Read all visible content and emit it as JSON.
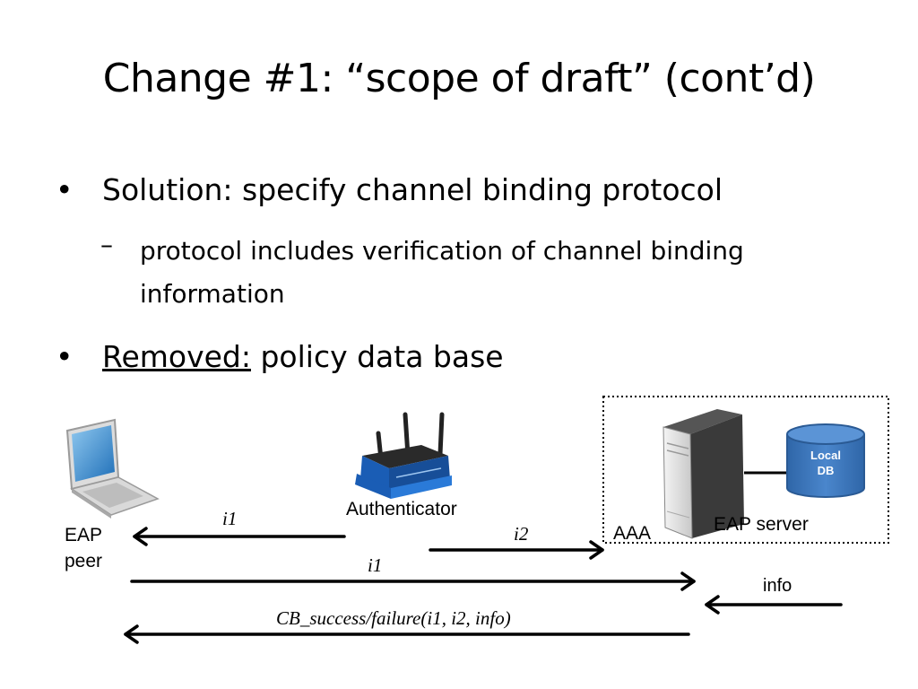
{
  "slide": {
    "title": "Change #1: “scope of draft” (cont’d)",
    "bullets": [
      {
        "marker": "•",
        "text": "Solution: specify channel binding protocol"
      },
      {
        "marker": "–",
        "text": "protocol includes verification of channel binding information"
      },
      {
        "marker": "•",
        "underlined": "Removed:",
        "text": " policy data base"
      }
    ]
  },
  "diagram": {
    "eap_peer": "EAP\npeer",
    "authenticator": "Authenticator",
    "aaa": "AAA",
    "eap_server": "EAP server",
    "local_db": "Local\nDB",
    "messages": {
      "m1": "i1",
      "m2": "i2",
      "m3": "i1",
      "m4": "info",
      "m5": "CB_success/failure(i1, i2, info)"
    },
    "colors": {
      "db_fill": "#3f78be",
      "router_blue": "#1a5db5",
      "arrow": "#000000"
    },
    "icons": [
      "laptop-icon",
      "wireless-router-icon",
      "server-tower-icon",
      "database-icon"
    ]
  }
}
